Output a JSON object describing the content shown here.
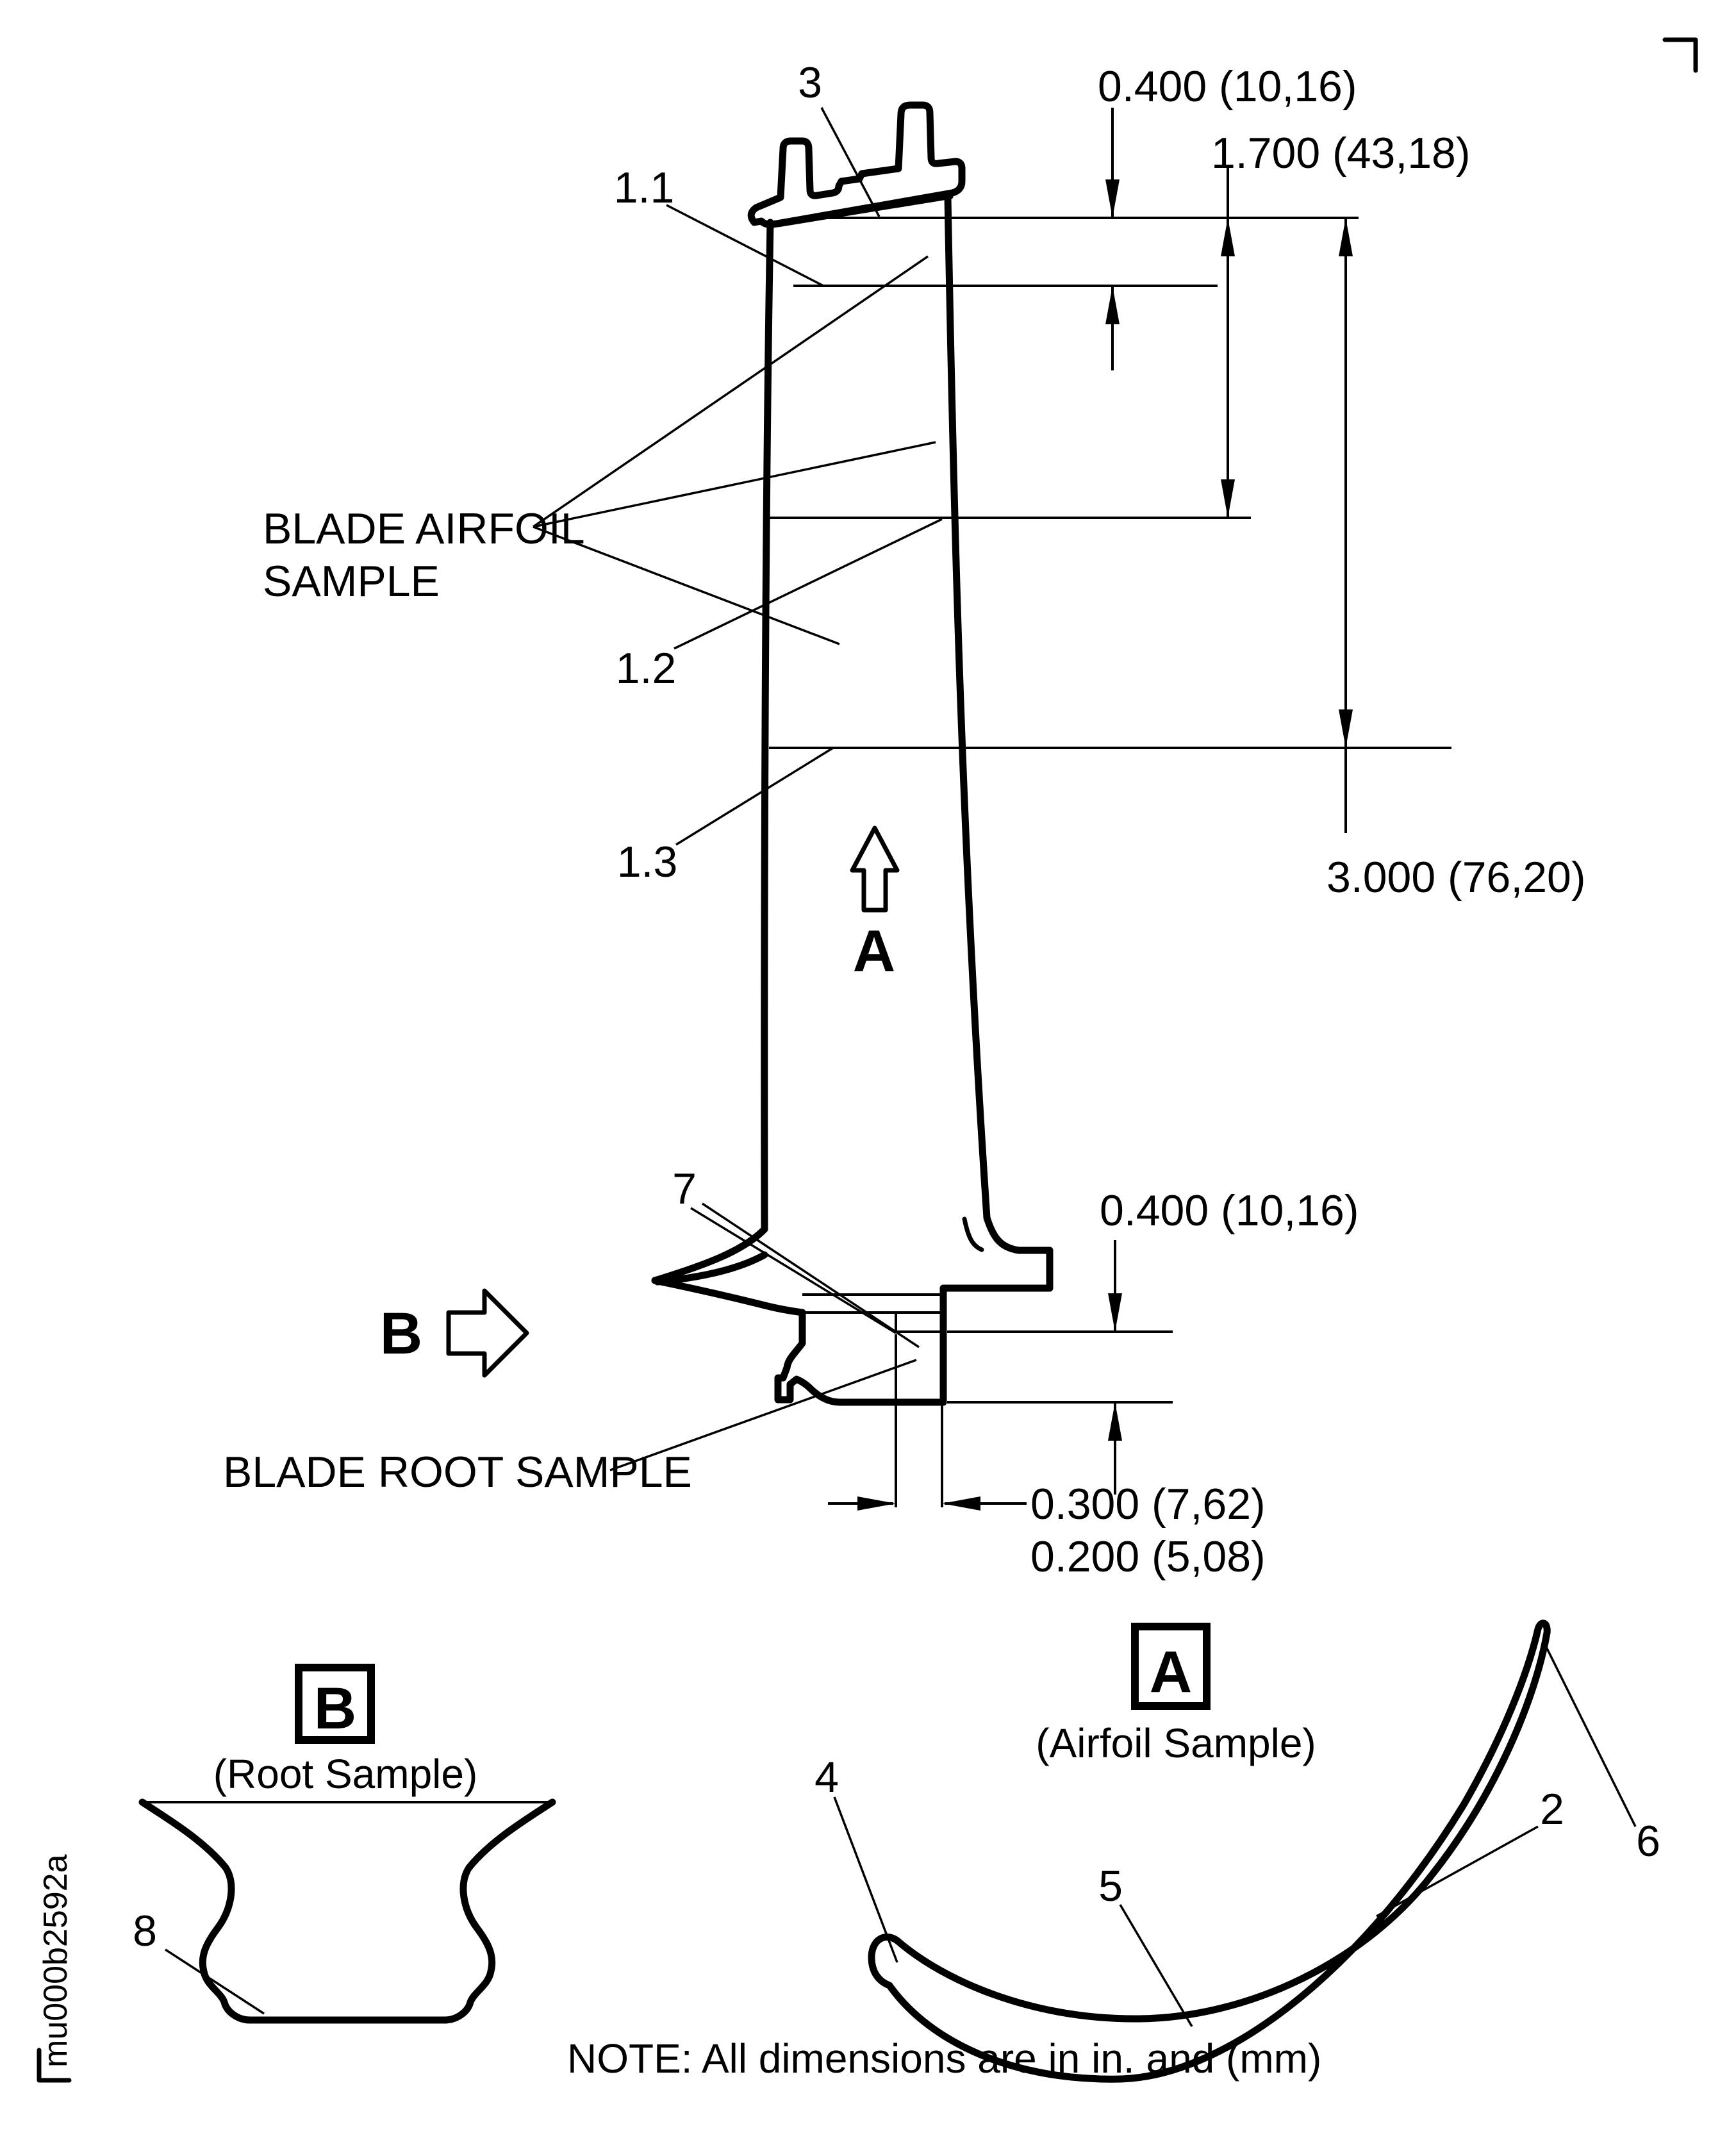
{
  "page": {
    "background": "#ffffff",
    "line_color": "#000000"
  },
  "note_text": "NOTE: All dimensions are in in. and (mm)",
  "doc_id": "mu000b2592a",
  "main_view": {
    "labels": {
      "ref_3": "3",
      "ref_1_1": "1.1",
      "ref_1_2": "1.2",
      "ref_1_3": "1.3",
      "ref_7": "7",
      "airfoil_sample_line1": "BLADE AIRFOIL",
      "airfoil_sample_line2": "SAMPLE",
      "root_sample": "BLADE ROOT SAMPLE",
      "view_a_letter": "A",
      "view_b_letter": "B"
    },
    "dimensions": {
      "tip_offset": "0.400 (10,16)",
      "mid_span": "1.700 (43,18)",
      "lower_span": "3.000 (76,20)",
      "root_height": "0.400 (10,16)",
      "root_width_outer": "0.300 (7,62)",
      "root_width_inner": "0.200 (5,08)"
    }
  },
  "detail_a": {
    "marker": "A",
    "caption": "(Airfoil Sample)",
    "labels": {
      "ref_2": "2",
      "ref_4": "4",
      "ref_5": "5",
      "ref_6": "6"
    }
  },
  "detail_b": {
    "marker": "B",
    "caption": "(Root Sample)",
    "labels": {
      "ref_8": "8"
    }
  }
}
